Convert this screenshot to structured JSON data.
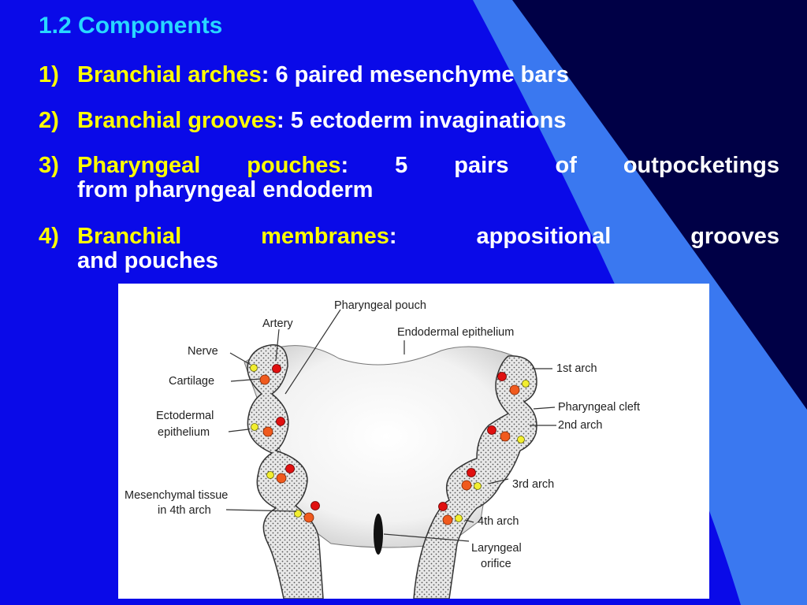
{
  "slide": {
    "heading": "1.2 Components",
    "items": [
      {
        "number": "1)",
        "term": "Branchial arches",
        "colon": ":",
        "description": " 6 paired mesenchyme bars",
        "continuation": ""
      },
      {
        "number": "2)",
        "term": "Branchial grooves",
        "colon": ":",
        "description": " 5 ectoderm invaginations",
        "continuation": ""
      },
      {
        "number": "3)",
        "term": "Pharyngeal pouches",
        "colon": ":",
        "description": " 5 pairs of outpocketings",
        "continuation": "from pharyngeal endoderm"
      },
      {
        "number": "4)",
        "term": "Branchial membranes",
        "colon": ":",
        "description": " appositional grooves",
        "continuation": "and pouches"
      }
    ]
  },
  "figure": {
    "labels": {
      "pharyngeal_pouch": "Pharyngeal pouch",
      "artery": "Artery",
      "endodermal_epithelium": "Endodermal epithelium",
      "nerve": "Nerve",
      "cartilage": "Cartilage",
      "ectodermal_line1": "Ectodermal",
      "ectodermal_line2": "epithelium",
      "mesenchymal_line1": "Mesenchymal tissue",
      "mesenchymal_line2": "in 4th arch",
      "first_arch": "1st arch",
      "pharyngeal_cleft": "Pharyngeal cleft",
      "second_arch": "2nd arch",
      "third_arch": "3rd arch",
      "fourth_arch": "4th arch",
      "laryngeal_line1": "Laryngeal",
      "laryngeal_line2": "orifice"
    },
    "colors": {
      "artery": "#e01010",
      "cartilage": "#f05a1e",
      "nerve": "#f2ee30"
    }
  },
  "theme": {
    "background": "#0a0ae8",
    "accent_bands": [
      "#3a78f0",
      "#000046"
    ],
    "heading_color": "#28d7ff",
    "term_color": "#ffff00",
    "text_color": "#ffffff"
  }
}
